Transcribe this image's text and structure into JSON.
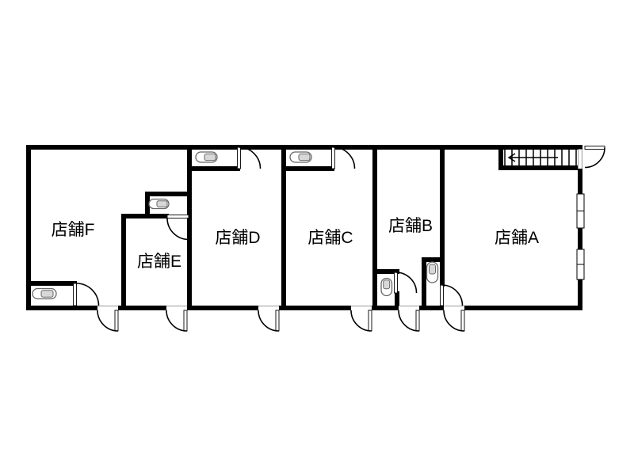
{
  "plan": {
    "type": "floor-plan",
    "rooms": [
      {
        "id": "F",
        "label": "店舗F"
      },
      {
        "id": "E",
        "label": "店舗E"
      },
      {
        "id": "D",
        "label": "店舗D"
      },
      {
        "id": "C",
        "label": "店舗C"
      },
      {
        "id": "B",
        "label": "店舗B"
      },
      {
        "id": "A",
        "label": "店舗A"
      }
    ],
    "colors": {
      "wall": "#000000",
      "line": "#000000",
      "background": "#ffffff",
      "opening_edge": "#999999",
      "fixture_stroke": "#666666",
      "fixture_fill": "#d8d8d8"
    },
    "icons": {
      "toilet": "stadium-outline-with-inner-tank",
      "door": "quarter-circle-swing-arc",
      "window": "double-line-with-center-tick",
      "stairs_arrow": "left-arrow"
    }
  }
}
